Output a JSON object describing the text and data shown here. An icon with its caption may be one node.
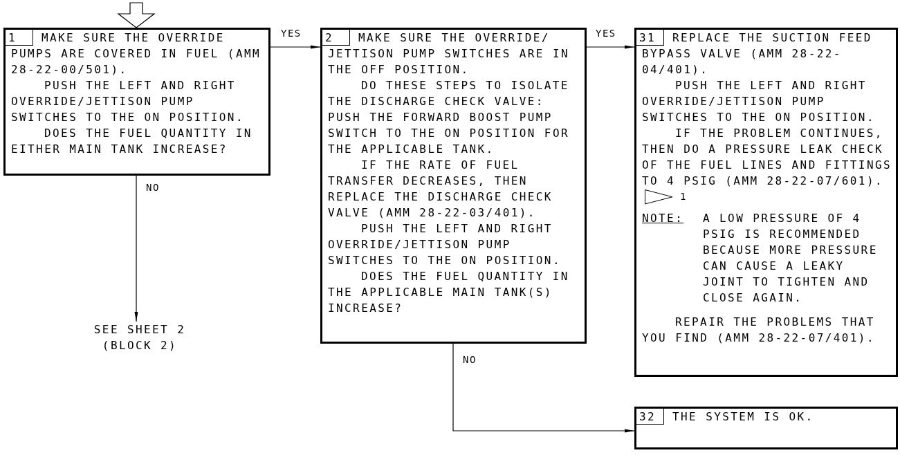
{
  "diagram": {
    "nodes": [
      {
        "text": [
          "1",
          "MAKE SURE THE OVERRIDE PUMPS ARE COVERED IN FUEL (AMM 28-22-00/501).",
          "PUSH THE LEFT AND RIGHT OVERRIDE/JETTISON PUMP SWITCHES TO THE ON POSITION.",
          "DOES THE FUEL QUANTITY IN EITHER MAIN TANK INCREASE?"
        ]
      },
      {
        "text": [
          "2",
          "MAKE SURE THE OVERRIDE/ JETTISON PUMP SWITCHES ARE IN THE OFF POSITION.",
          "DO THESE STEPS TO ISOLATE THE DISCHARGE CHECK VALVE: PUSH THE FORWARD BOOST PUMP SWITCH TO THE ON POSITION FOR THE APPLICABLE TANK.",
          "IF THE RATE OF FUEL TRANSFER DECREASES, THEN REPLACE THE DISCHARGE CHECK VALVE (AMM 28-22-03/401).",
          "PUSH THE LEFT AND RIGHT OVERRIDE/JETTISON PUMP SWITCHES TO THE ON POSITION.",
          "DOES THE FUEL QUANTITY IN THE APPLICABLE MAIN TANK(S) INCREASE?"
        ]
      },
      {
        "text": [
          "31",
          "REPLACE THE SUCTION FEED BYPASS VALVE (AMM 28-22-04/401).",
          "PUSH THE LEFT AND RIGHT OVERRIDE/JETTISON PUMP SWITCHES TO THE ON POSITION.",
          "IF THE PROBLEM CONTINUES, THEN DO A PRESSURE LEAK CHECK OF THE FUEL LINES AND FITTINGS TO 4 PSIG (AMM 28-22-07/601).",
          "1",
          "NOTE:",
          "A LOW PRESSURE OF 4 PSIG IS RECOMMENDED BECAUSE MORE PRESSURE CAN CAUSE A LEAKY JOINT TO TIGHTEN AND CLOSE AGAIN.",
          "REPAIR THE PROBLEMS THAT YOU FIND (AMM 28-22-07/401)."
        ]
      },
      {
        "text": [
          "SEE SHEET 2 (BLOCK 2)"
        ]
      },
      {
        "text": [
          "32",
          "THE SYSTEM IS OK."
        ]
      }
    ],
    "edges": [
      {
        "from": null,
        "to": 0,
        "arrow": "to"
      },
      {
        "from": 0,
        "to": 1,
        "arrow": "to",
        "label": "YES"
      },
      {
        "from": 1,
        "to": 2,
        "arrow": "to",
        "label": "YES"
      },
      {
        "from": 0,
        "to": 3,
        "arrow": "to",
        "label": "NO"
      },
      {
        "from": 1,
        "to": 4,
        "arrow": "to",
        "label": "NO"
      }
    ]
  }
}
